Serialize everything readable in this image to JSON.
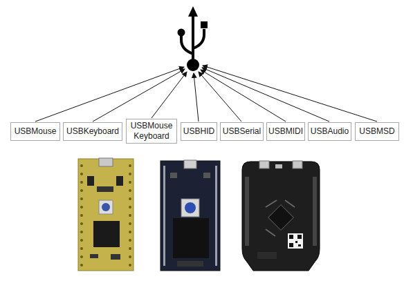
{
  "diagram": {
    "nodes": [
      {
        "text": [
          "USBMouse"
        ]
      },
      {
        "text": [
          "USBKeyboard"
        ]
      },
      {
        "text": [
          "USBMouse Keyboard"
        ]
      },
      {
        "text": [
          "USBHID"
        ]
      },
      {
        "text": [
          "USBSerial"
        ]
      },
      {
        "text": [
          "USBMIDI"
        ]
      },
      {
        "text": [
          "USBAudio"
        ]
      },
      {
        "text": [
          "USBMSD"
        ]
      }
    ]
  }
}
